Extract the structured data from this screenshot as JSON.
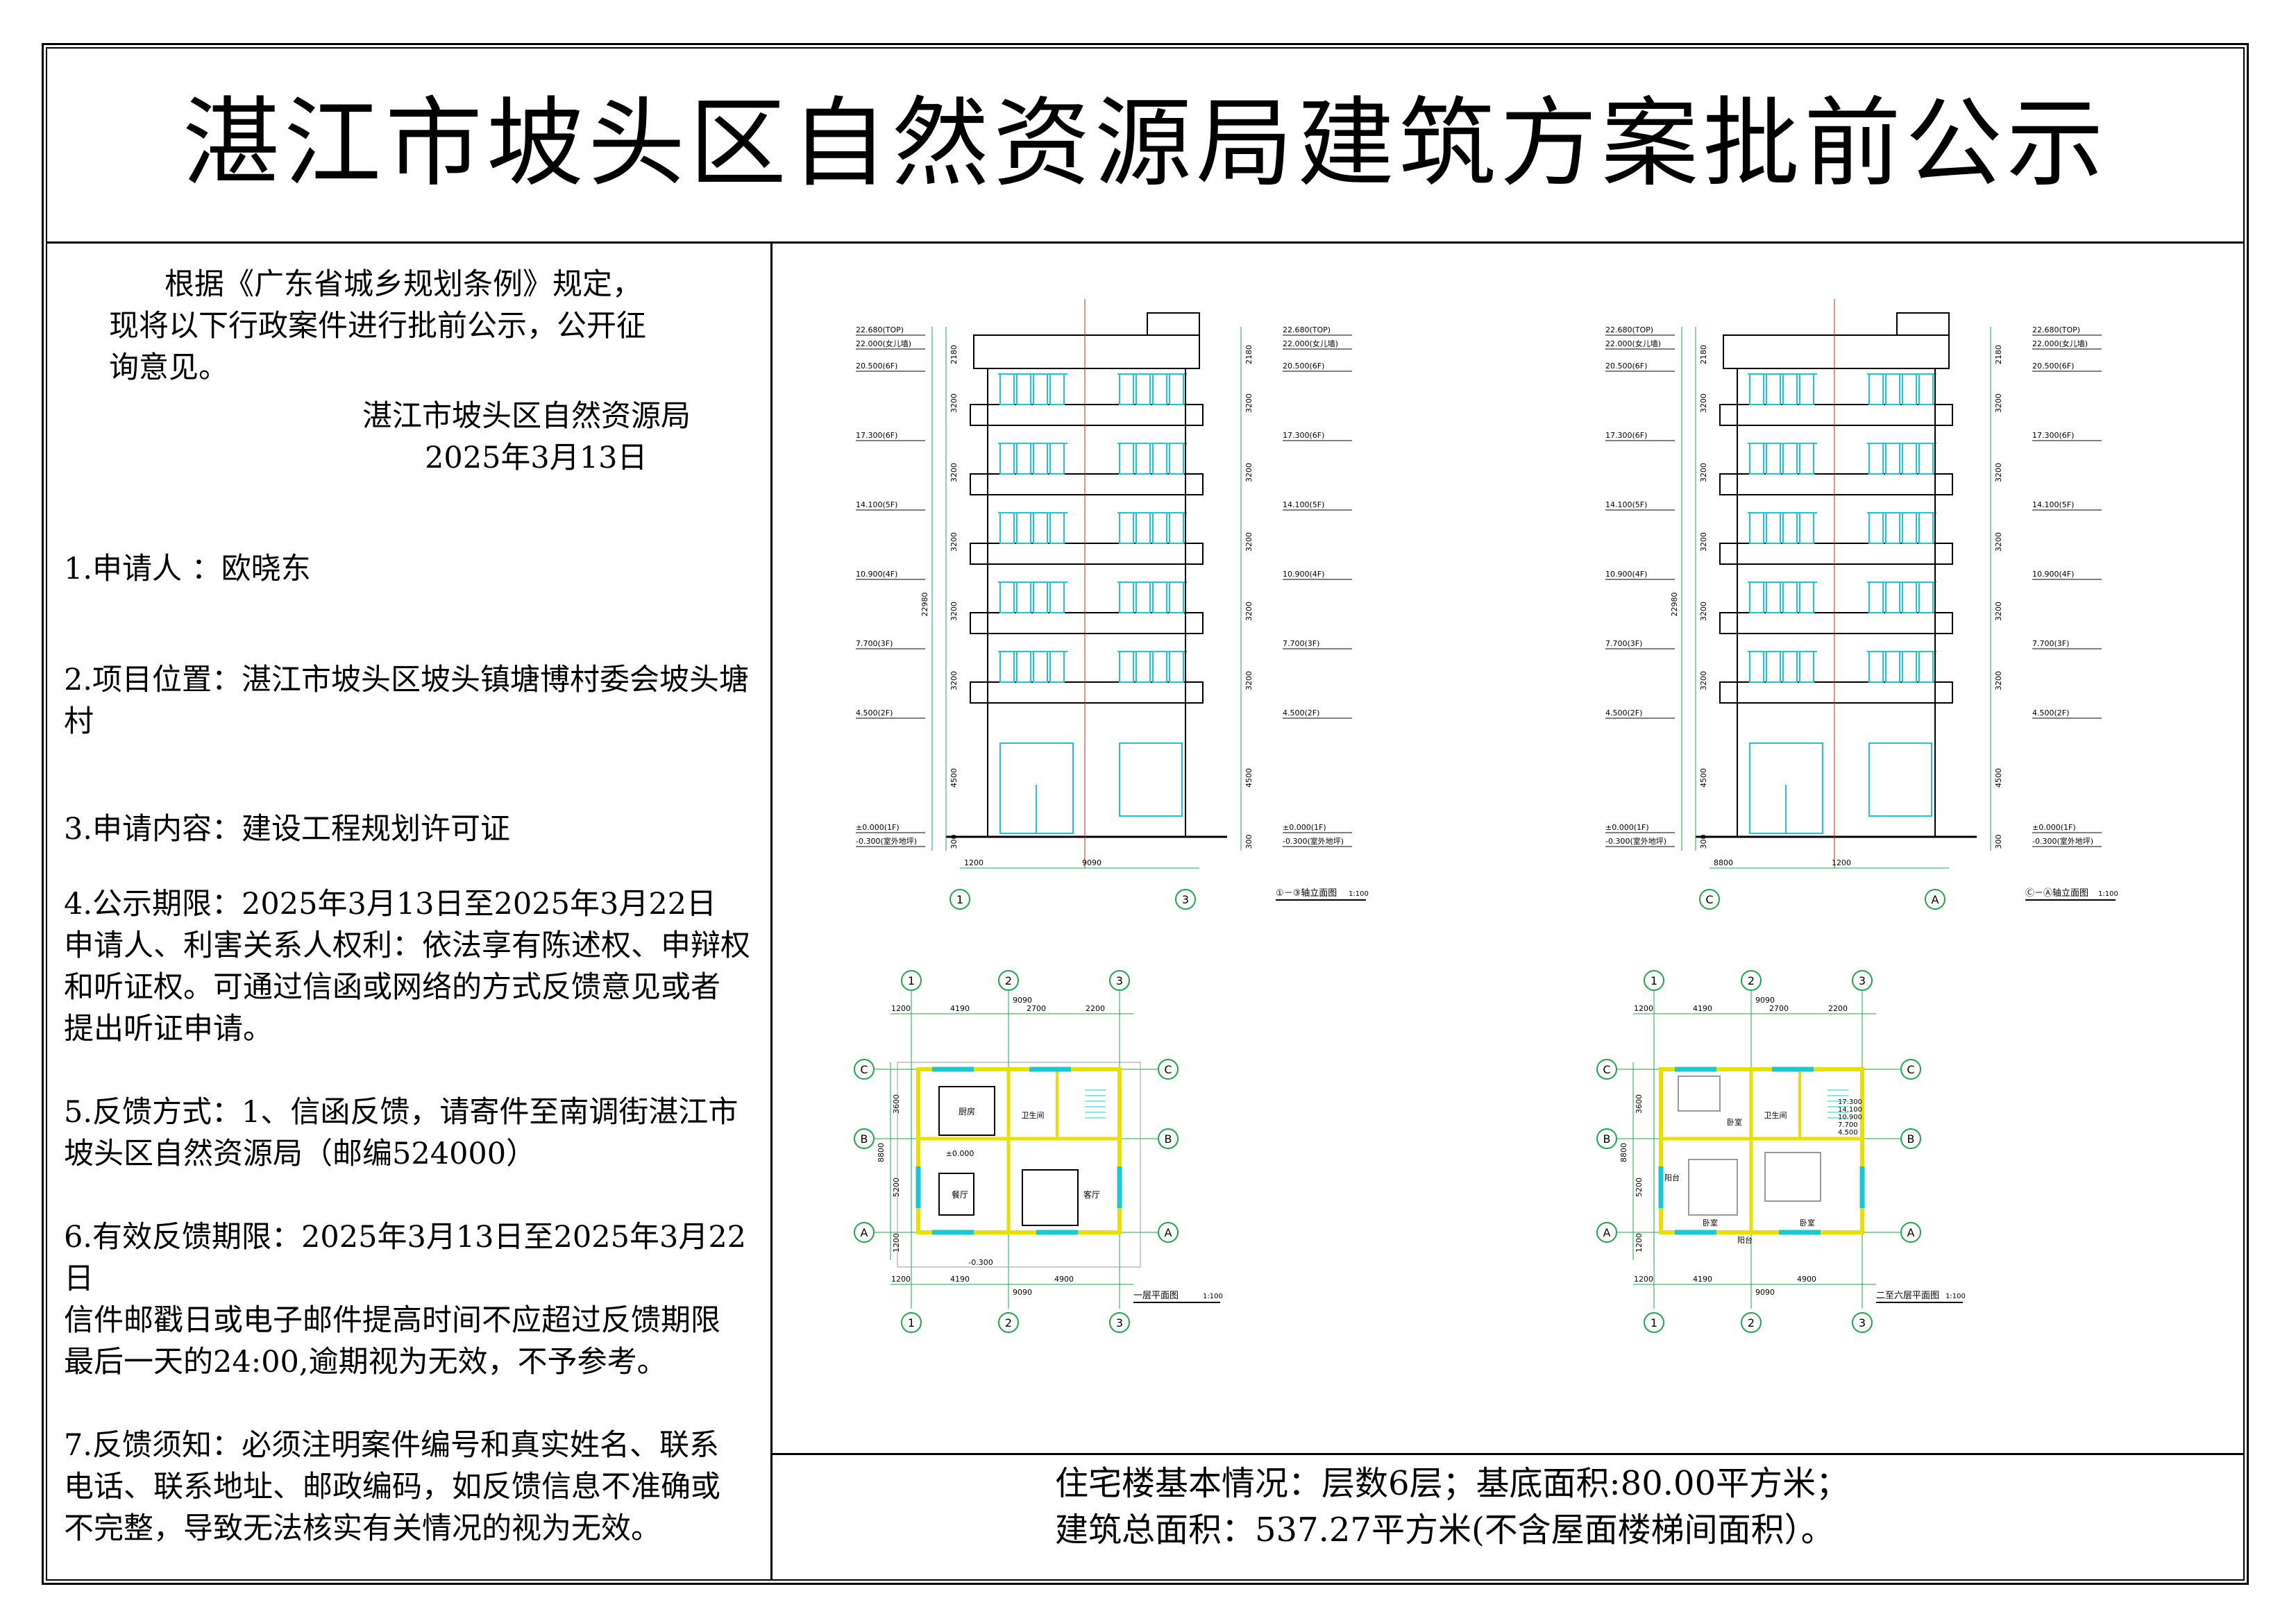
{
  "title": "湛江市坡头区自然资源局建筑方案批前公示",
  "intro": {
    "line1": "根据《广东省城乡规划条例》规定，",
    "line2": "现将以下行政案件进行批前公示，公开征",
    "line3": "询意见。",
    "org": "湛江市坡头区自然资源局",
    "date": "2025年3月13日"
  },
  "items": {
    "applicant": "1.申请人  ：欧晓东",
    "location": "2.项目位置：湛江市坡头区坡头镇塘博村委会坡头塘村",
    "content": "3.申请内容：建设工程规划许可证",
    "period": "4.公示期限：2025年3月13日至2025年3月22日",
    "rights1": "申请人、利害关系人权利：依法享有陈述权、申辩权",
    "rights2": "和听证权。可通过信函或网络的方式反馈意见或者",
    "rights3": "提出听证申请。",
    "feedback1": "5.反馈方式：1、信函反馈，请寄件至南调街湛江市",
    "feedback2": "坡头区自然资源局（邮编524000）",
    "valid1": "6.有效反馈期限：2025年3月13日至2025年3月22日",
    "valid2": "信件邮戳日或电子邮件提高时间不应超过反馈期限",
    "valid3": "最后一天的24:00,逾期视为无效，不予参考。",
    "notice1": "7.反馈须知：必须注明案件编号和真实姓名、联系",
    "notice2": "电话、联系地址、邮政编码，如反馈信息不准确或",
    "notice3": "不完整，导致无法核实有关情况的视为无效。"
  },
  "summary": {
    "line1": "住宅楼基本情况：层数6层；基底面积:80.00平方米；",
    "line2": "建筑总面积：537.27平方米(不含屋面楼梯间面积）。"
  },
  "drawings": {
    "elevation1_title": "①－③轴立面图",
    "elevation2_title": "Ⓒ－Ⓐ轴立面图",
    "plan1_title": "一层平面图",
    "plan2_title": "二至六层平面图",
    "scale": "1:100",
    "level_labels": [
      "22.680(TOP)",
      "22.000(女儿墙)",
      "20.500(6F)",
      "17.300(6F)",
      "14.100(5F)",
      "10.900(4F)",
      "7.700(3F)",
      "4.500(2F)",
      "±0.000(1F)",
      "-0.300(室外地坪)"
    ],
    "story_dims": [
      "2180",
      "3200",
      "3200",
      "3200",
      "3200",
      "3200",
      "4500",
      "300"
    ],
    "total_height": "22980",
    "elev1_width": [
      "1200",
      "9090"
    ],
    "elev2_width": [
      "8800",
      "1200"
    ],
    "axis_1": "1",
    "axis_2": "2",
    "axis_3": "3",
    "axis_a": "A",
    "axis_b": "B",
    "axis_c": "C",
    "plan_top_dims": [
      "1200",
      "4190",
      "2700",
      "2200"
    ],
    "plan_total": "9090",
    "plan_side_dims": [
      "3600",
      "5200",
      "1200"
    ],
    "plan_side_total": "8800",
    "plan1_bottom_dims": [
      "1200",
      "4190",
      "4900"
    ],
    "rooms1": [
      "厨房",
      "卫生间",
      "餐厅",
      "客厅",
      "±0.000"
    ],
    "rooms2": [
      "卧室",
      "卫生间",
      "卧室",
      "卧室",
      "阳台",
      "阳台"
    ],
    "levels_small": [
      "17.300",
      "14.100",
      "10.900",
      "7.700",
      "4.500"
    ],
    "ext_level": "-0.300"
  },
  "colors": {
    "line": "#000000",
    "cad_yellow": "#e8e000",
    "cad_cyan": "#19c8d2",
    "cad_green": "#1aa84a"
  }
}
